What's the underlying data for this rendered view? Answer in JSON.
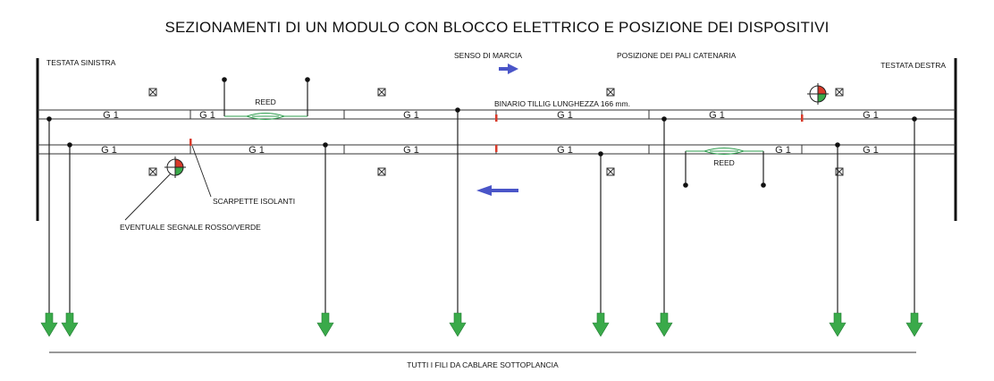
{
  "title": "SEZIONAMENTI DI UN MODULO CON BLOCCO ELETTRICO E POSIZIONE DEI DISPOSITIVI",
  "labels": {
    "left_head": "TESTATA SINISTRA",
    "right_head": "TESTATA DESTRA",
    "direction": "SENSO DI MARCIA",
    "poles": "POSIZIONE DEI PALI CATENARIA",
    "track": "BINARIO TILLIG LUNGHEZZA 166 mm.",
    "reed_top": "REED",
    "reed_bottom": "REED",
    "insulators": "SCARPETTE ISOLANTI",
    "signal": "EVENTUALE SEGNALE ROSSO/VERDE",
    "footer": "TUTTI I FILI DA CABLARE SOTTOPLANCIA"
  },
  "segment_label": "G 1",
  "colors": {
    "arrow_blue": "#4a55c8",
    "arrow_green": "#3aaa4a",
    "insulator_red": "#d83a2a",
    "reed_green": "#2e9d4e",
    "signal_red": "#d83a2a",
    "signal_green": "#3aaa4a"
  }
}
